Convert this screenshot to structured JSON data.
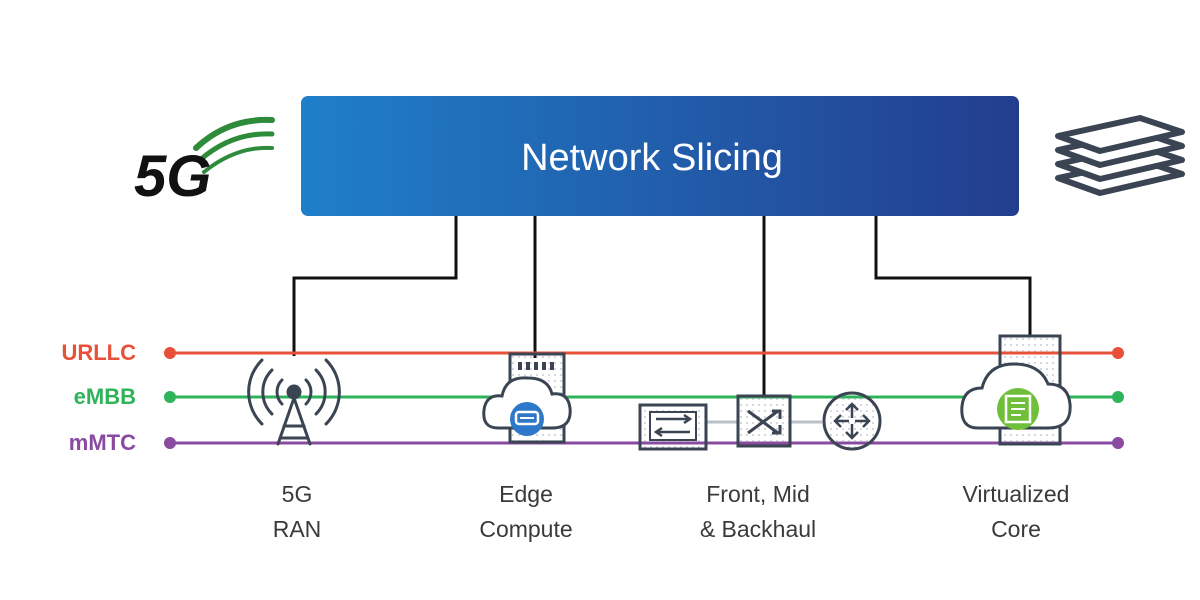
{
  "logo": {
    "text": "5G",
    "color": "#111111",
    "wave_color": "#2e8b3a"
  },
  "banner": {
    "title": "Network Slicing",
    "color_start": "#1f7fc9",
    "color_end": "#233d8e",
    "text_color": "#ffffff"
  },
  "layers_icon": {
    "icon": "stacked-layers-icon",
    "color": "#3b4452"
  },
  "slices": [
    {
      "label": "URLLC",
      "color": "#e8503a"
    },
    {
      "label": "eMBB",
      "color": "#2fb35a"
    },
    {
      "label": "mMTC",
      "color": "#8a4aa0"
    }
  ],
  "components": [
    {
      "line1": "5G",
      "line2": "RAN",
      "icon": "radio-tower-icon"
    },
    {
      "line1": "Edge",
      "line2": "Compute",
      "icon": "edge-compute-cloud-icon"
    },
    {
      "line1": "Front, Mid",
      "line2": "& Backhaul",
      "icon": "transport-network-icons"
    },
    {
      "line1": "Virtualized",
      "line2": "Core",
      "icon": "virtualized-core-cloud-icon"
    }
  ],
  "colors": {
    "label_text": "#3a3a3a",
    "connector": "#111111",
    "icon_stroke": "#3b4452"
  }
}
